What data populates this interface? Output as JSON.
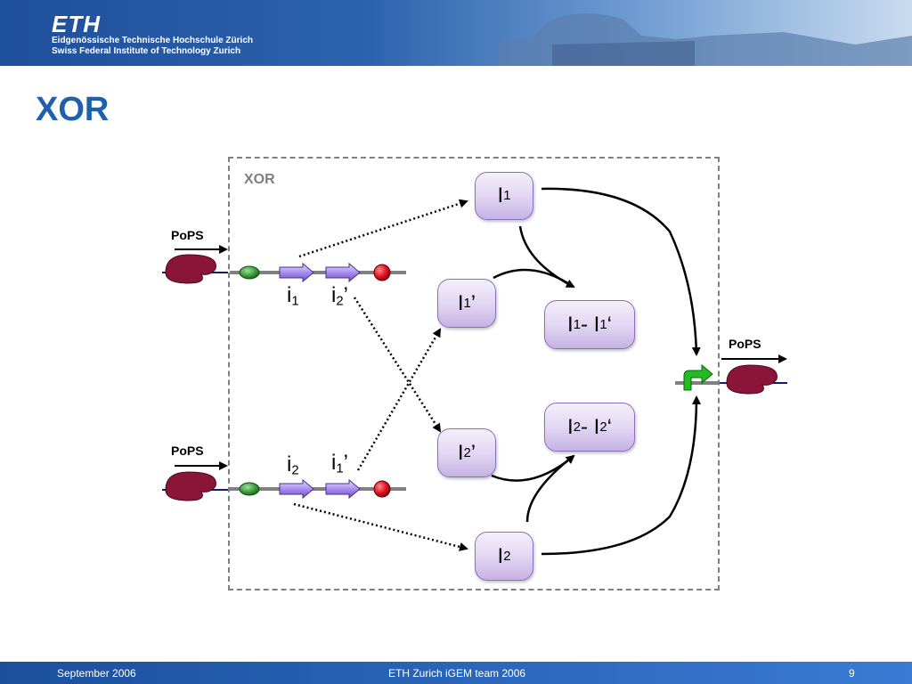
{
  "header": {
    "logo": "ETH",
    "line1": "Eidgenössische Technische Hochschule Zürich",
    "line2": "Swiss Federal Institute of Technology Zurich"
  },
  "slide": {
    "title": "XOR"
  },
  "diagram": {
    "box_label": "XOR",
    "pops_labels": [
      "PoPS",
      "PoPS",
      "PoPS"
    ],
    "gene_top": {
      "a_base": "i",
      "a_sub": "1",
      "b_base": "i",
      "b_sub": "2",
      "b_suffix": "’"
    },
    "gene_bottom": {
      "a_base": "i",
      "a_sub": "2",
      "b_base": "i",
      "b_sub": "1",
      "b_suffix": "’"
    },
    "nodes": {
      "I1": {
        "base": "I",
        "sub": "1"
      },
      "I1p": {
        "base": "I",
        "sub": "1",
        "suffix": "’"
      },
      "I1c": {
        "base1": "I",
        "sub1": "1",
        "mid": " - I",
        "sub2": "1",
        "suffix": "‘"
      },
      "I2c": {
        "base1": "I",
        "sub1": "2",
        "mid": " - I",
        "sub2": "2",
        "suffix": "‘"
      },
      "I2p": {
        "base": "I",
        "sub": "2",
        "suffix": "’"
      },
      "I2": {
        "base": "I",
        "sub": "2"
      }
    },
    "colors": {
      "protein": "#8b1538",
      "rbs": "#3a9a3a",
      "gene": "#9b7fe0",
      "terminator": "#e01020",
      "promoter": "#22bb22",
      "dna": "#808080"
    }
  },
  "footer": {
    "date": "September 2006",
    "center": "ETH Zurich iGEM team 2006",
    "page": "9"
  }
}
